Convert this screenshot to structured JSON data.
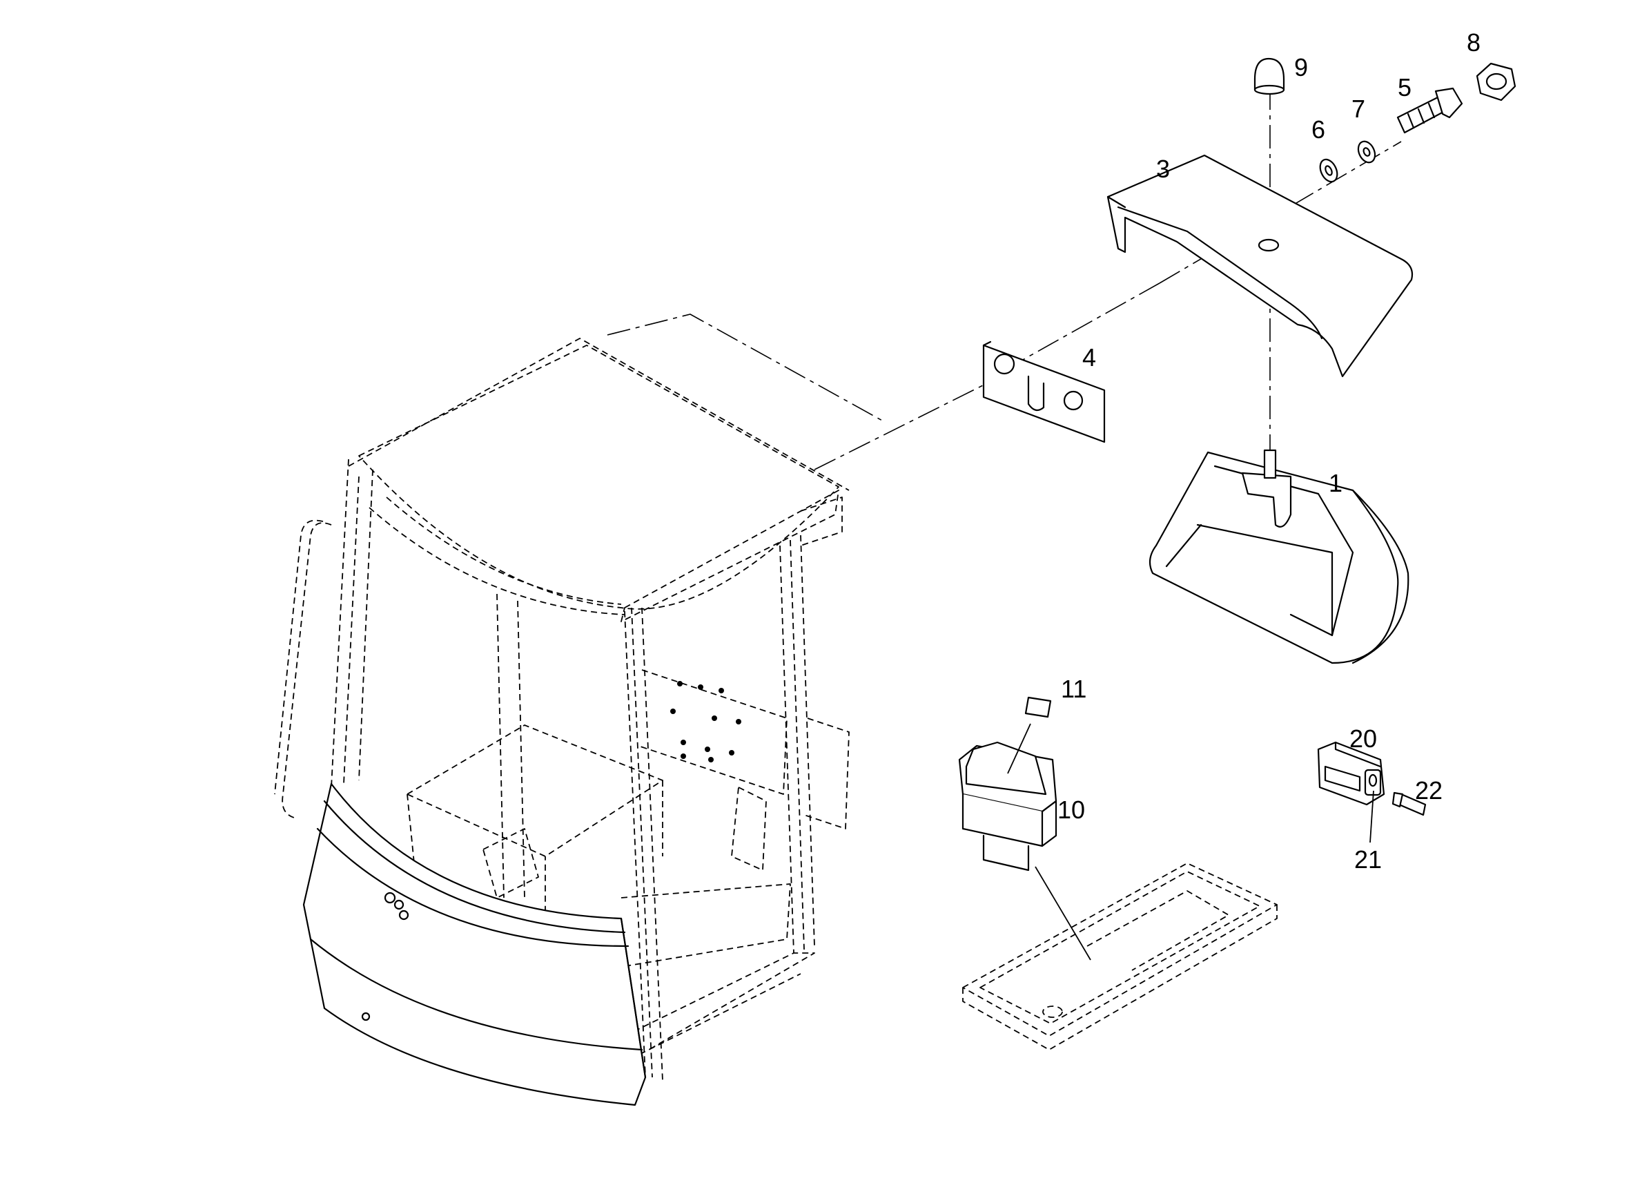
{
  "diagram": {
    "type": "exploded-parts-view",
    "callouts": [
      {
        "id": "p1",
        "label": "1"
      },
      {
        "id": "p3",
        "label": "3"
      },
      {
        "id": "p4",
        "label": "4"
      },
      {
        "id": "p5",
        "label": "5"
      },
      {
        "id": "p6",
        "label": "6"
      },
      {
        "id": "p7",
        "label": "7"
      },
      {
        "id": "p8",
        "label": "8"
      },
      {
        "id": "p9",
        "label": "9"
      },
      {
        "id": "p10",
        "label": "10"
      },
      {
        "id": "p11",
        "label": "11"
      },
      {
        "id": "p20",
        "label": "20"
      },
      {
        "id": "p21",
        "label": "21"
      },
      {
        "id": "p22",
        "label": "22"
      }
    ],
    "colors": {
      "line": "#000000",
      "background": "#ffffff"
    }
  }
}
